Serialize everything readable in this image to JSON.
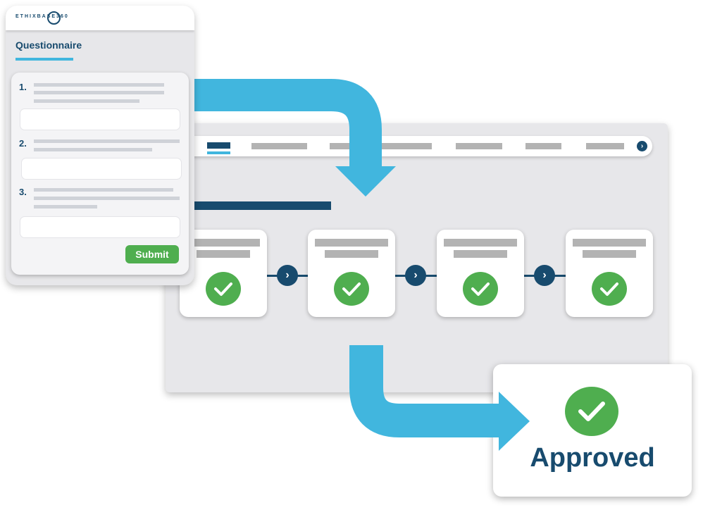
{
  "questionnaire": {
    "logo": "ETHIXBASE360",
    "title": "Questionnaire",
    "questions": [
      {
        "number": "1."
      },
      {
        "number": "2."
      },
      {
        "number": "3."
      }
    ],
    "submit_label": "Submit"
  },
  "workflow": {
    "next_icon": "›",
    "steps": 4
  },
  "result": {
    "label": "Approved"
  },
  "colors": {
    "navy": "#184b6e",
    "arrow": "#41b6de",
    "green": "#4fae4f"
  }
}
